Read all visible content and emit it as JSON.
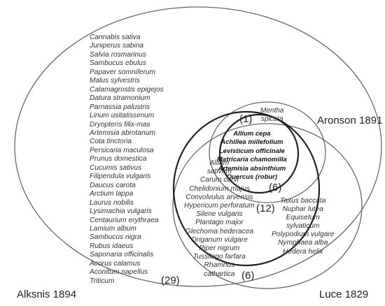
{
  "labels": {
    "alksnis": "Alksnis 1894",
    "aronson": "Aronson 1891",
    "luce": "Luce 1829"
  },
  "counts": {
    "alksnis_only": "(29)",
    "alksnis_aronson": "(1)",
    "all_three": "(6)",
    "alksnis_luce": "(12)",
    "luce_only": "(6)"
  },
  "species": {
    "alksnis_only": [
      "Cannabis sativa",
      "Juniperus sabina",
      "Salvia rosmarinus",
      "Sambucus ebulus",
      "Papaver somniferum",
      "Malus sylvestris",
      "Calamagrostis epigejos",
      "Datura stramonium",
      "Parnassia palustris",
      "Linum usitatissimum",
      "Dryopteris filix-mas",
      "Artemisia abrotanum",
      "Cota tinctoria",
      "Persicaria maculosa",
      "Prunus domestica",
      "Cucumis sativus",
      "Filipendula vulgaris",
      "Daucus carota",
      "Arctium lappa",
      "Laurus nobilis",
      "Lysimachia vulgaris",
      "Centaurium erythraea",
      "Lamium album",
      "Sambucus nigra",
      "Rubus idaeus",
      "Saponaria officinalis",
      "Acorus calamus",
      "Aconitum napellus",
      "Triticum"
    ],
    "alksnis_aronson": [
      "Mentha",
      "spicata"
    ],
    "all_three": [
      "Allium cepa",
      "Achillea millefolium",
      "Levisticum officinale",
      "Matricaria chamomilla",
      "Artemisia absinthium",
      "Quercus (robur)"
    ],
    "alksnis_luce": [
      "Allium",
      "sativum",
      "Carum carvi",
      "Chelidonium majus",
      "Convolvulus arvensis",
      "Hypericum perforatum",
      "Silene vulgaris",
      "Plantago major",
      "Glechoma hederacea",
      "Origanum vulgare",
      "Piper nigrum",
      "Tussilago farfara",
      "Rhamnus",
      "cathartica"
    ],
    "luce_only": [
      "Taxus baccata",
      "Nuphar lutea",
      "Equisetum",
      "sylvaticum",
      "Polypodium vulgare",
      "Nymphaea alba",
      "Hedera helix"
    ]
  },
  "colors": {
    "circle_thin": "#666666",
    "circle_bold": "#222222"
  }
}
